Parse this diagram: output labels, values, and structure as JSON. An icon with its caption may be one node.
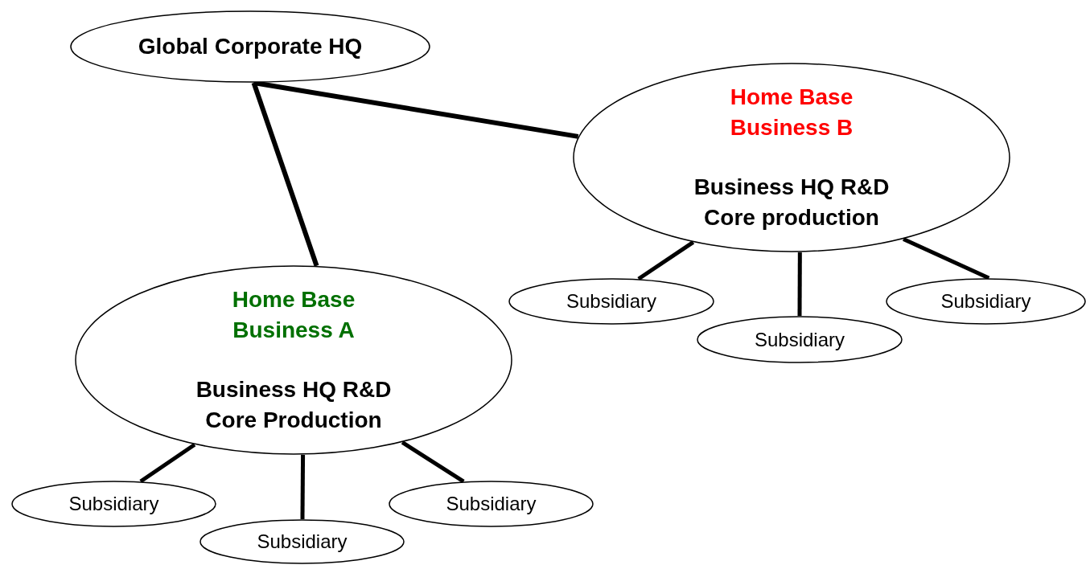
{
  "diagram": {
    "nodes": [
      {
        "text": [
          "Global Corporate HQ"
        ]
      },
      {
        "text": [
          "Home Base Business B",
          "Business HQ R&D Core production"
        ]
      },
      {
        "text": [
          "Subsidiary"
        ]
      },
      {
        "text": [
          "Subsidiary"
        ]
      },
      {
        "text": [
          "Subsidiary"
        ]
      },
      {
        "text": [
          "Home Base Business A",
          "Business HQ R&D Core Production"
        ]
      },
      {
        "text": [
          "Subsidiary"
        ]
      },
      {
        "text": [
          "Subsidiary"
        ]
      },
      {
        "text": [
          "Subsidiary"
        ]
      }
    ],
    "edges": [
      {
        "from": 0,
        "to": 1,
        "arrow": "none"
      },
      {
        "from": 0,
        "to": 5,
        "arrow": "none"
      },
      {
        "from": 1,
        "to": 2,
        "arrow": "none"
      },
      {
        "from": 1,
        "to": 3,
        "arrow": "none"
      },
      {
        "from": 1,
        "to": 4,
        "arrow": "none"
      },
      {
        "from": 5,
        "to": 6,
        "arrow": "none"
      },
      {
        "from": 5,
        "to": 7,
        "arrow": "none"
      },
      {
        "from": 5,
        "to": 8,
        "arrow": "none"
      }
    ]
  }
}
